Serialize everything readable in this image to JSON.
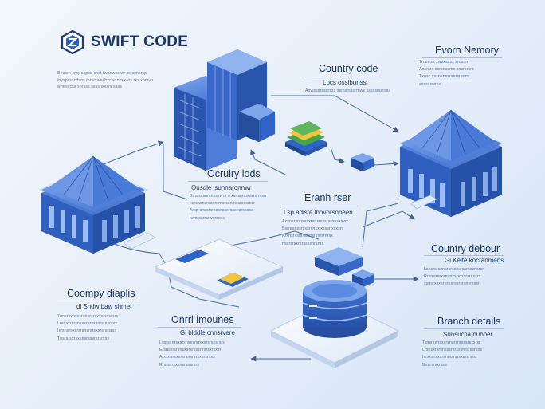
{
  "logo": {
    "text": "SWIFT CODE",
    "icon": "hexagon-logo-icon"
  },
  "intro": {
    "lines": [
      "Bousrh cmy sspsd cnst rwanwsstwr xs ssnsrsp",
      "inyxpssscdsns mrsrxwnsbxc ssnxsxwrs rxs xnmvp",
      "wmrsxcss snrsss ssssnxxsrs ssss"
    ]
  },
  "labels": {
    "country_code_top": {
      "title": "Country code",
      "subtitle": "Locs ossibunss",
      "lines": [
        "Anwssxrssxrsss ssmsrsssrmwx sssssrsxrsss"
      ]
    },
    "event_memory": {
      "title": "Evorn Nemory",
      "lines": [
        "Trrsnrss xwsxsssx srcsnn",
        "Ansrsrs xsrsnssms snsrsrsrs",
        "Txnsc xssnsrwsrsnrsrsrms",
        "ssssxswrsx"
      ]
    },
    "country_lods": {
      "title": "Ocruiry lods",
      "subtitle": "Ousdle isunnaronnwr",
      "lines": [
        "Busrsssnrsnssswrs xrxsnsrscswsrsrmsn",
        "kxrsaxnsrssnnrmsrssrsxxsrsxsmsr",
        "Arxp srwsrsrsssxsssrsssnsrsssss",
        "iwmrsxrrsrwsrsxxs"
      ]
    },
    "branch_user": {
      "title": "Eranh rser",
      "subtitle": "Lsp adiste lbovorsoneen",
      "lines": [
        "Axsnsrxnnsxsxrsnsrsxsrsrnnsxxwx",
        "Bsrnrsnxsrsxsrxnsx xsxsnxsxsrs",
        "Arxnsrxsrsrsxxrsrsnrsrnrsx",
        "nsxrsrsxrsrsssxnrsnrs"
      ]
    },
    "country_debour": {
      "title": "Country debour",
      "subtitle": "Gi Kelte kocranmens",
      "lines": [
        "Lsnsrsrsxnsrsrsssxrssrsxsnsrsn",
        "Rrxnsxsrxsnsnxsrsxrsrsrsxsrs",
        "sxnsrxsxsrxsssrsxrsrsnsrsxsr"
      ]
    },
    "company_dlapls": {
      "title": "Coompy diaplis",
      "subtitle": "di Shdw baw shmet",
      "lines": [
        "Tunsrsxnsxsrsnsrsrsxssrsxsrsrs",
        "Lrsnsxrsrsnsxsrsrsxsnrsrsxrsxs",
        "Ixrsnsrsxsrsrsnsrsrsxsrsrsrsrsx",
        "Tnsrsrsxrsxsnsrsxsrsrsrsss"
      ]
    },
    "omn_imounes": {
      "title": "Onrrl imounes",
      "subtitle": "Gi blddle cnnsrvere",
      "lines": [
        "Lssrsxnrsxsrsnsxsrsrsxsrsrsxsrsrs",
        "Ersnsxrsrsnsxsrsrsxsnrsrsxrsxsr",
        "Arxsnsrsxsrsrsnsrsrsxsrsrsxs",
        "Rrsrsxrsxsnsrsxsrsrs"
      ]
    },
    "branch_details": {
      "title": "Branch details",
      "subtitle": "Sunsuctia nuboer",
      "lines": [
        "Tsnsrsxnsxsrsnsrsrsxssrsxsrsr",
        "Lrsnsxrsrsnsxsrsrsxsnrsrsxrsxs",
        "Ixrsnsrsxsrsrsnsrsrsxsrsrsrsr",
        "Bnsrsrsxrsxs"
      ]
    }
  },
  "colors": {
    "primary": "#2f63c8",
    "dark": "#1b3f8f",
    "light": "#8fb6ee",
    "pale": "#d6e4f8",
    "accent_green": "#47a447",
    "accent_yellow": "#f0c63c",
    "arrow": "#4a6a9c"
  }
}
